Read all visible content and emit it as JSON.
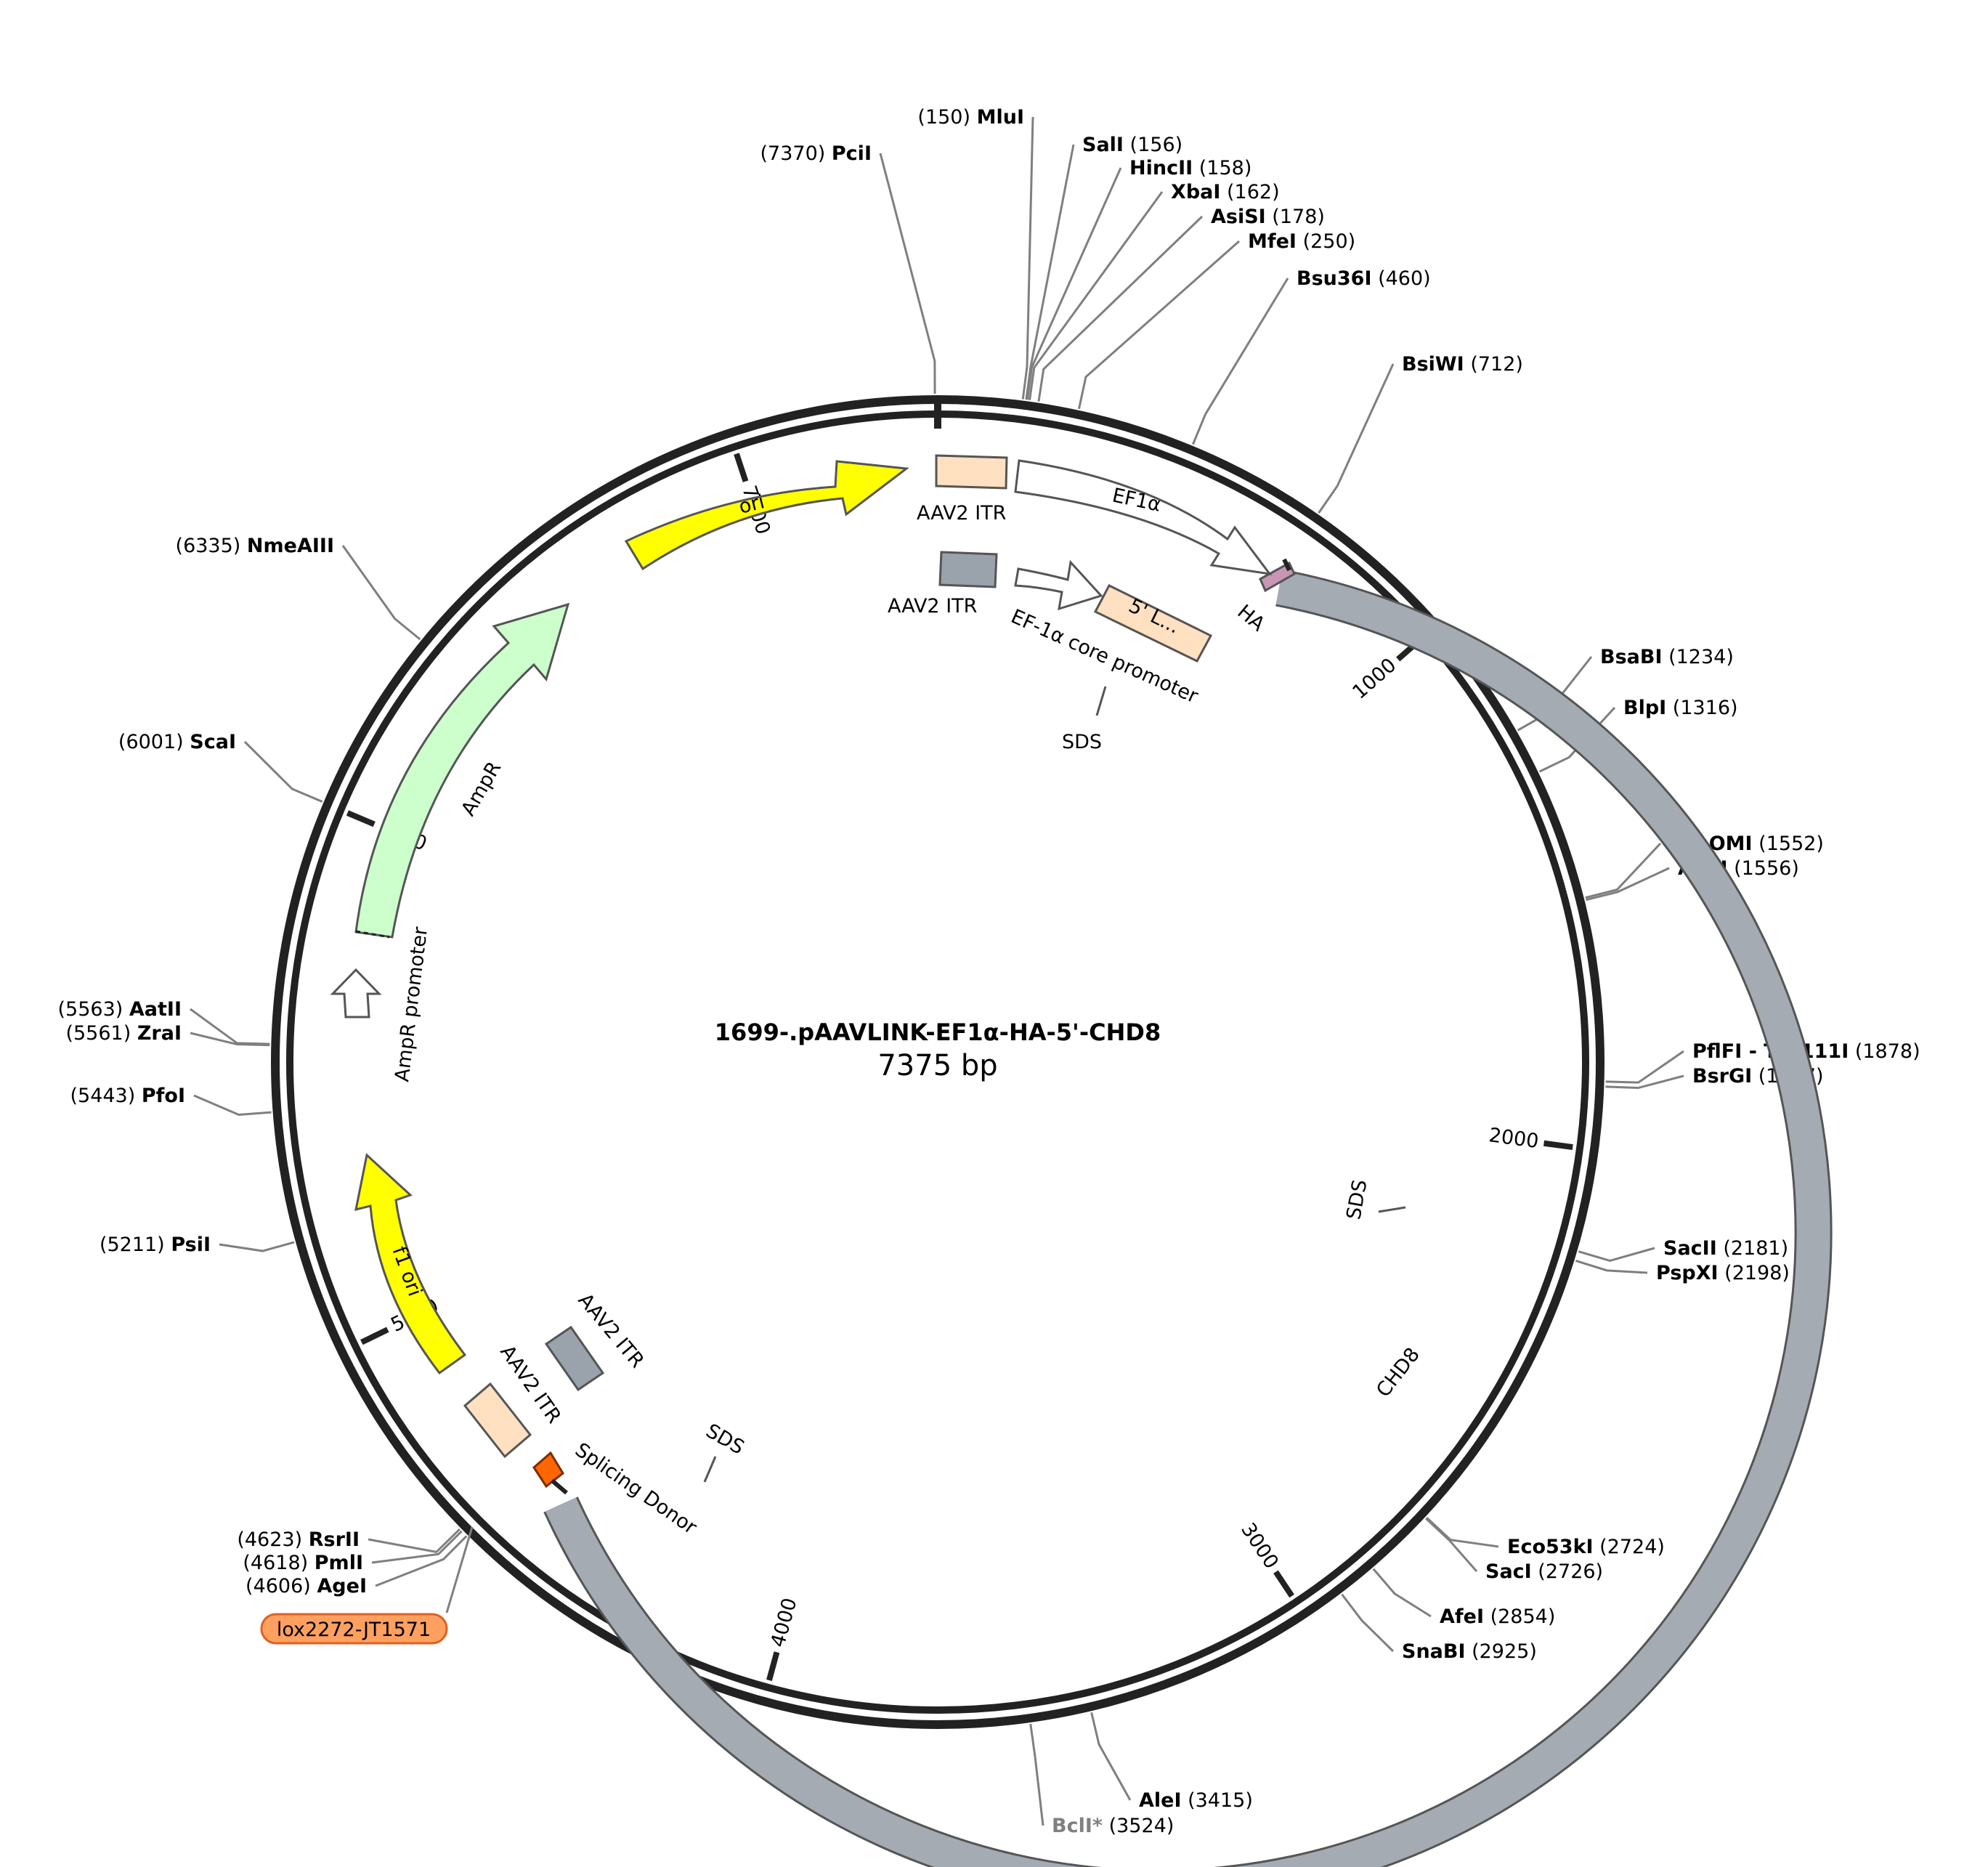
{
  "map": {
    "name": "1699-.pAAVLINK-EF1α-HA-5'-CHD8",
    "length": "7375 bp",
    "total_bp": 7375
  },
  "ticks": [
    {
      "bp": 1000,
      "label": "1000"
    },
    {
      "bp": 2000,
      "label": "2000"
    },
    {
      "bp": 3000,
      "label": "3000"
    },
    {
      "bp": 4000,
      "label": "4000"
    },
    {
      "bp": 5000,
      "label": "5000"
    },
    {
      "bp": 6000,
      "label": "6000"
    },
    {
      "bp": 7000,
      "label": "7000"
    }
  ],
  "sites": [
    {
      "name": "MluI",
      "pos": "(150)",
      "bp": 150,
      "side": "left"
    },
    {
      "name": "PciI",
      "pos": "(7370)",
      "bp": 7370,
      "side": "left"
    },
    {
      "name": "SalI",
      "pos": "(156)",
      "bp": 156,
      "side": "right"
    },
    {
      "name": "HincII",
      "pos": "(158)",
      "bp": 158,
      "side": "right"
    },
    {
      "name": "XbaI",
      "pos": "(162)",
      "bp": 162,
      "side": "right"
    },
    {
      "name": "AsiSI",
      "pos": "(178)",
      "bp": 178,
      "side": "right"
    },
    {
      "name": "MfeI",
      "pos": "(250)",
      "bp": 250,
      "side": "right"
    },
    {
      "name": "Bsu36I",
      "pos": "(460)",
      "bp": 460,
      "side": "right"
    },
    {
      "name": "BsiWI",
      "pos": "(712)",
      "bp": 712,
      "side": "right"
    },
    {
      "name": "BsaBI",
      "pos": "(1234)",
      "bp": 1234,
      "side": "right"
    },
    {
      "name": "BlpI",
      "pos": "(1316)",
      "bp": 1316,
      "side": "right"
    },
    {
      "name": "PspOMI",
      "pos": "(1552)",
      "bp": 1552,
      "side": "right"
    },
    {
      "name": "ApaI",
      "pos": "(1556)",
      "bp": 1556,
      "side": "right"
    },
    {
      "name": "PflFI - Tth111I",
      "pos": "(1878)",
      "bp": 1878,
      "side": "right"
    },
    {
      "name": "BsrGI",
      "pos": "(1887)",
      "bp": 1887,
      "side": "right"
    },
    {
      "name": "SacII",
      "pos": "(2181)",
      "bp": 2181,
      "side": "right"
    },
    {
      "name": "PspXI",
      "pos": "(2198)",
      "bp": 2198,
      "side": "right"
    },
    {
      "name": "Eco53kI",
      "pos": "(2724)",
      "bp": 2724,
      "side": "right"
    },
    {
      "name": "SacI",
      "pos": "(2726)",
      "bp": 2726,
      "side": "right"
    },
    {
      "name": "AfeI",
      "pos": "(2854)",
      "bp": 2854,
      "side": "right"
    },
    {
      "name": "SnaBI",
      "pos": "(2925)",
      "bp": 2925,
      "side": "right"
    },
    {
      "name": "AleI",
      "pos": "(3415)",
      "bp": 3415,
      "side": "right"
    },
    {
      "name": "BclI*",
      "pos": "(3524)",
      "bp": 3524,
      "side": "right",
      "grey": true
    },
    {
      "name": "AgeI",
      "pos": "(4606)",
      "bp": 4606,
      "side": "left"
    },
    {
      "name": "PmlI",
      "pos": "(4618)",
      "bp": 4618,
      "side": "left"
    },
    {
      "name": "RsrII",
      "pos": "(4623)",
      "bp": 4623,
      "side": "left"
    },
    {
      "name": "PsiI",
      "pos": "(5211)",
      "bp": 5211,
      "side": "left"
    },
    {
      "name": "PfoI",
      "pos": "(5443)",
      "bp": 5443,
      "side": "left"
    },
    {
      "name": "ZraI",
      "pos": "(5561)",
      "bp": 5561,
      "side": "left"
    },
    {
      "name": "AatII",
      "pos": "(5563)",
      "bp": 5563,
      "side": "left"
    },
    {
      "name": "ScaI",
      "pos": "(6001)",
      "bp": 6001,
      "side": "left"
    },
    {
      "name": "NmeAIII",
      "pos": "(6335)",
      "bp": 6335,
      "side": "left"
    }
  ],
  "features": {
    "ori": "ori",
    "ampr": "AmpR",
    "ampr_promoter": "AmpR promoter",
    "f1_ori": "f1 ori",
    "aav2_itr": "AAV2 ITR",
    "ef1a": "EF1α",
    "ef1a_core": "EF-1α core promoter",
    "five_l": "5' L...",
    "ha": "HA",
    "chd8": "CHD8",
    "sds": "SDS",
    "splicing_donor": "Splicing Donor",
    "lox": "lox2272-JT1571"
  },
  "colors": {
    "ori": "#ffff00",
    "ampr": "#ccffcc",
    "itr_peach": "#ffe0c0",
    "itr_grey": "#9aa3ab",
    "chd8": "#a4abb3",
    "ha": "#c896b4",
    "donor": "#ff6600",
    "lox": "#ffa060",
    "backbone": "#222222"
  }
}
